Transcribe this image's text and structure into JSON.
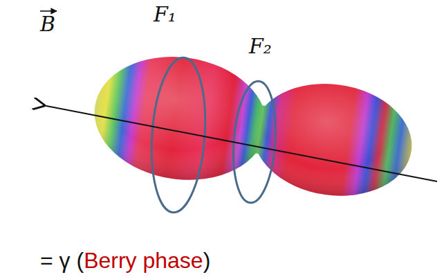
{
  "diagram": {
    "labels": [
      "F₁",
      "F₂",
      "B",
      "= γ (",
      "Berry phase",
      ")"
    ]
  }
}
